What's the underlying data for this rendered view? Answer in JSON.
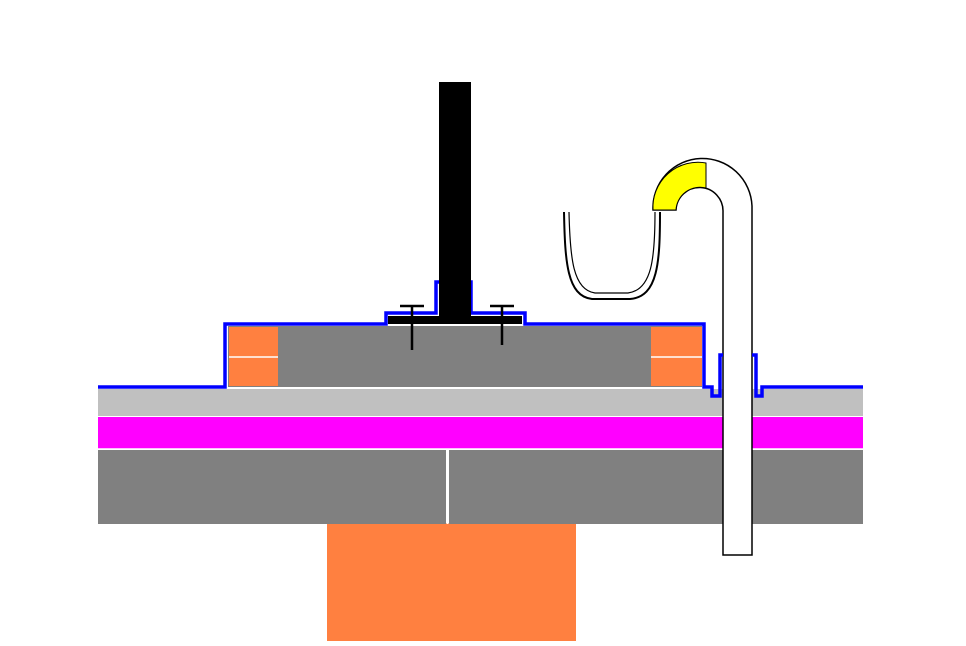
{
  "colors": {
    "background": "#ffffff",
    "membrane": "#0000ff",
    "pipe_cap": "#ffff00",
    "concrete": "#808080",
    "layer_light": "#c0c0c0",
    "layer_magenta": "#ff00ff",
    "timber": "#ff8040",
    "post": "#000000",
    "pipe": "#ffffff",
    "line": "#000000"
  },
  "components": [
    {
      "id": "post",
      "icon": "black-post"
    },
    {
      "id": "base-plate",
      "icon": "steel-plate"
    },
    {
      "id": "fasteners",
      "icon": "bolt",
      "count": 2
    },
    {
      "id": "concrete-pad",
      "icon": "concrete-block"
    },
    {
      "id": "timber-blocks",
      "icon": "timber-block",
      "count": 2
    },
    {
      "id": "membrane",
      "icon": "waterproof-membrane"
    },
    {
      "id": "roof-layers",
      "icon": "layer-stack",
      "count": 3
    },
    {
      "id": "support-block",
      "icon": "timber-block"
    },
    {
      "id": "vent-pipe",
      "icon": "gooseneck-pipe"
    },
    {
      "id": "hose",
      "icon": "flexible-hose"
    }
  ]
}
